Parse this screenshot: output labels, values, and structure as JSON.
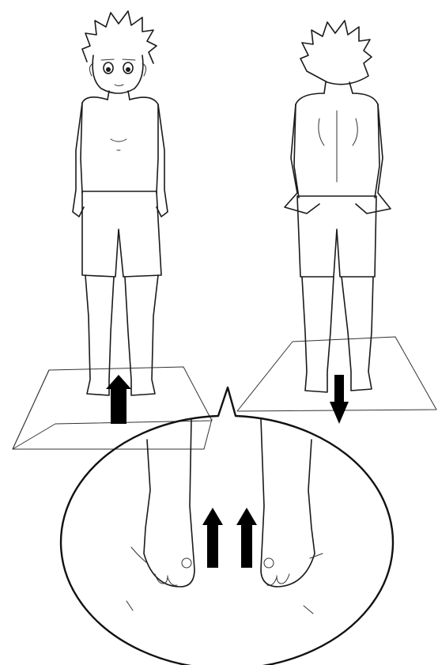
{
  "illustration": {
    "colors": {
      "background": "#ffffff",
      "ink": "#1a1a1a",
      "arrow": "#000000"
    },
    "figures": [
      {
        "view": "front",
        "arrow_direction": "up"
      },
      {
        "view": "back",
        "arrow_direction": "down"
      }
    ],
    "detail": {
      "shape": "circle-callout",
      "subject": "feet",
      "arrows": [
        "up",
        "up"
      ]
    }
  }
}
